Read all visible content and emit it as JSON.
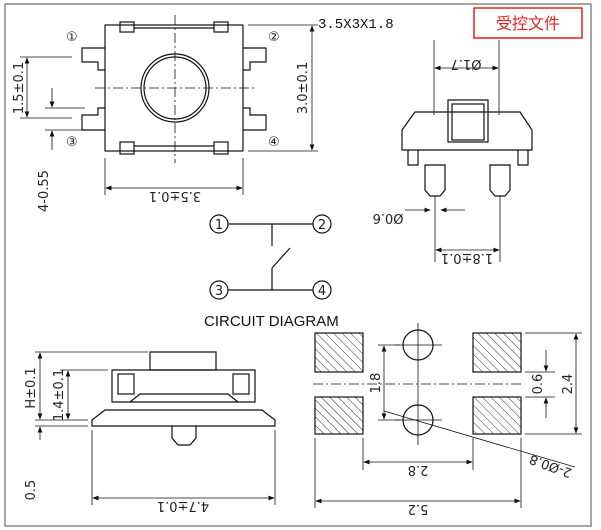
{
  "model_label": "3.5X3X1.8",
  "stamp_text": "受控文件",
  "pin_labels": [
    "①",
    "②",
    "③",
    "④"
  ],
  "top_view": {
    "pin_pitch": "1.5±0.1",
    "height": "3.0±0.1",
    "width": "3.5±0.1",
    "pin_width": "4-0.55"
  },
  "side_view": {
    "knob_dia": "Ø1.7",
    "post_dia": "Ø0.6",
    "post_span": "1.8±0.1"
  },
  "circuit": {
    "title": "CIRCUIT DIAGRAM",
    "nodes": [
      "1",
      "2",
      "3",
      "4"
    ]
  },
  "front_view": {
    "height": "H±0.1",
    "body_height": "1.4±0.1",
    "pin_thickness": "0.5",
    "length": "4.7±0.1"
  },
  "footprint": {
    "hole_pitch": "1.8",
    "pad_gap": "0.6",
    "pad_span_v": "2.4",
    "inner_span": "2.8",
    "outer_span": "5.2",
    "hole_dia": "2-Ø0.8"
  },
  "colors": {
    "stamp": "#dd2222",
    "line": "#111111"
  }
}
